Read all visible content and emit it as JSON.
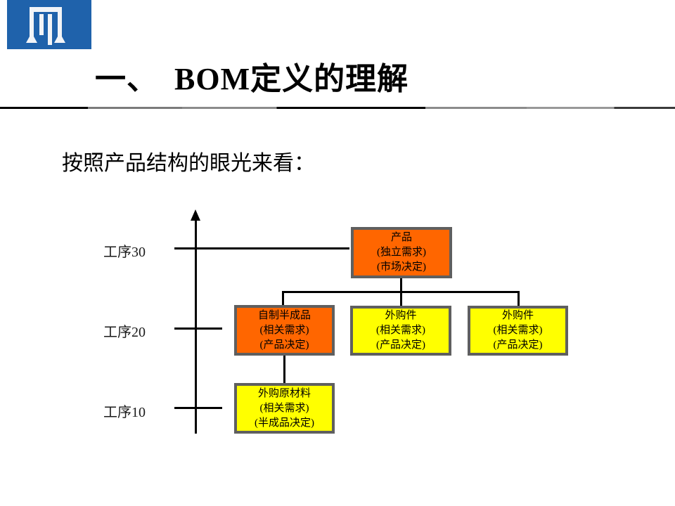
{
  "slide": {
    "logo": {
      "icon": "gate-logo",
      "background": "#1F62AB",
      "glyph_color": "#f2f4f7"
    },
    "title": "一、　BOM定义的理解",
    "subtitle": "按照产品结构的眼光来看："
  },
  "diagram": {
    "axis_labels": [
      {
        "label": "工序30"
      },
      {
        "label": "工序20"
      },
      {
        "label": "工序10"
      }
    ],
    "nodes": [
      {
        "id": "product",
        "fill": "#FF6600",
        "lines": [
          "产品",
          "(独立需求)",
          "(市场决定)"
        ]
      },
      {
        "id": "semi-finished",
        "fill": "#FF6600",
        "lines": [
          "自制半成品",
          "(相关需求)",
          "(产品决定)"
        ]
      },
      {
        "id": "purchased-1",
        "fill": "#FFFF00",
        "lines": [
          "外购件",
          "(相关需求)",
          "(产品决定)"
        ]
      },
      {
        "id": "purchased-2",
        "fill": "#FFFF00",
        "lines": [
          "外购件",
          "(相关需求)",
          "(产品决定)"
        ]
      },
      {
        "id": "raw-material",
        "fill": "#FFFF00",
        "lines": [
          "外购原材料",
          "(相关需求)",
          "(半成品决定)"
        ]
      }
    ],
    "colors": {
      "node_border": "#5f5f5f",
      "connector": "#000000",
      "orange": "#FF6600",
      "yellow": "#FFFF00"
    }
  }
}
